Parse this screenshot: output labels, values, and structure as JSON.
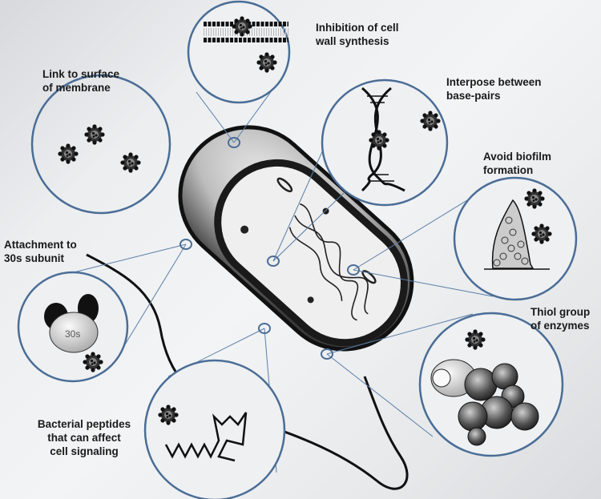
{
  "diagram": {
    "subject": "Bacterial cell with antimicrobial nanoparticle mechanisms",
    "accent_color": "#4a6d96",
    "labels": {
      "cell_wall": {
        "line1": "Inhibition of cell",
        "line2": "wall synthesis"
      },
      "membrane": {
        "line1": "Link to surface",
        "line2": "of membrane"
      },
      "dna": {
        "line1": "Interpose between",
        "line2": "base-pairs"
      },
      "biofilm": {
        "line1": "Avoid biofilm",
        "line2": "formation"
      },
      "ribosome": {
        "line1": "Attachment to",
        "line2": "30s subunit"
      },
      "enzymes": {
        "line1": "Thiol group",
        "line2": "of enzymes"
      },
      "peptides": {
        "line1": "Bacterial peptides",
        "line2": "that can affect",
        "line3": "cell signaling"
      }
    },
    "ribosome_text": "30s",
    "callouts": [
      {
        "id": "cell_wall",
        "circle": [
          298,
          65,
          63
        ],
        "target": [
          292,
          178
        ]
      },
      {
        "id": "membrane",
        "circle": [
          126,
          180,
          86
        ],
        "target": null
      },
      {
        "id": "dna",
        "circle": [
          480,
          178,
          78
        ],
        "target": [
          341,
          326
        ]
      },
      {
        "id": "biofilm",
        "circle": [
          643,
          298,
          76
        ],
        "target": [
          441,
          337
        ]
      },
      {
        "id": "ribosome",
        "circle": [
          91,
          408,
          68
        ],
        "target": [
          232,
          305
        ]
      },
      {
        "id": "peptides",
        "circle": [
          268,
          537,
          87
        ],
        "target": [
          330,
          410
        ]
      },
      {
        "id": "enzymes",
        "circle": [
          613,
          480,
          89
        ],
        "target": [
          408,
          442
        ]
      }
    ]
  }
}
